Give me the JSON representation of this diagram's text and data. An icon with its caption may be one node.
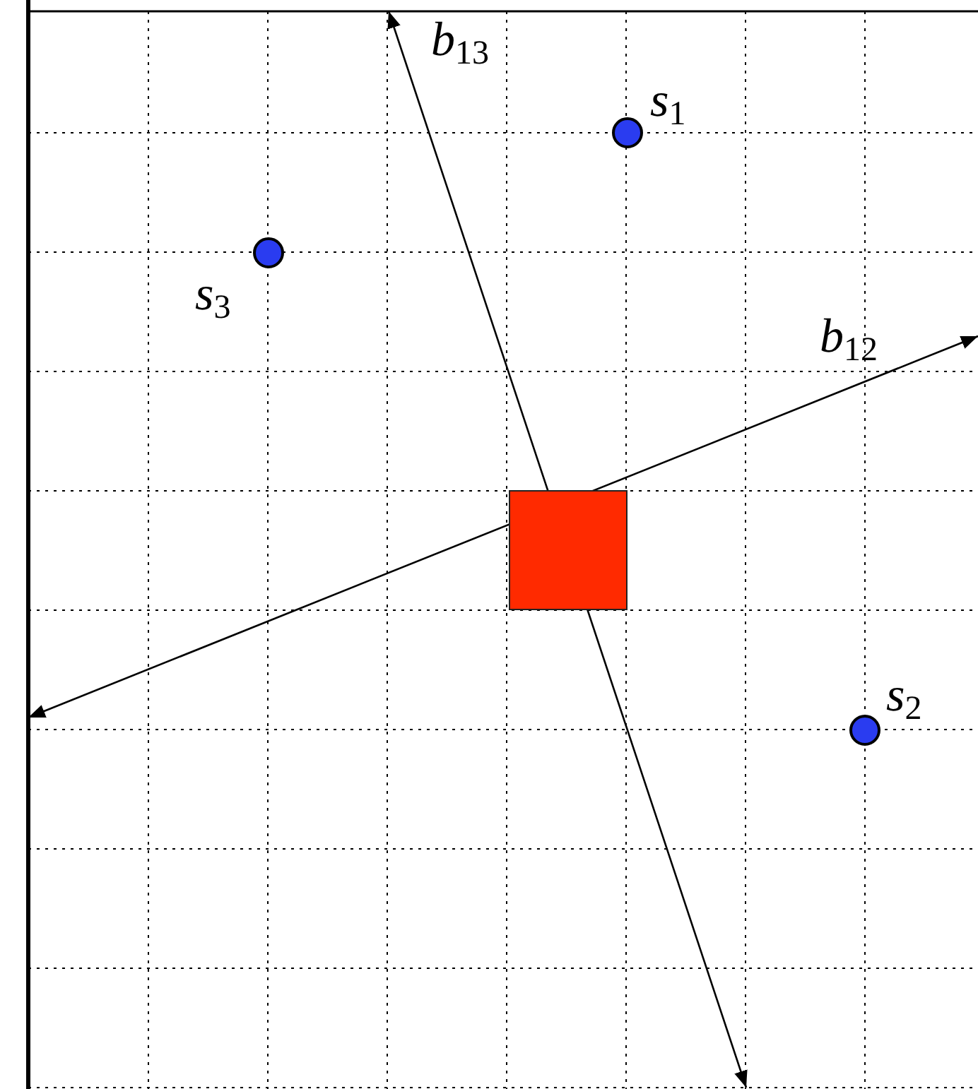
{
  "diagram": {
    "nodes": [
      {
        "text": [
          "s$_{1}$"
        ]
      },
      {
        "text": [
          "s$_{3}$"
        ]
      },
      {
        "text": [],
        "shape": "box"
      },
      {
        "text": [
          "s$_{2}$"
        ]
      }
    ],
    "labels": [
      "b$_{13}$",
      "b$_{12}$"
    ]
  }
}
